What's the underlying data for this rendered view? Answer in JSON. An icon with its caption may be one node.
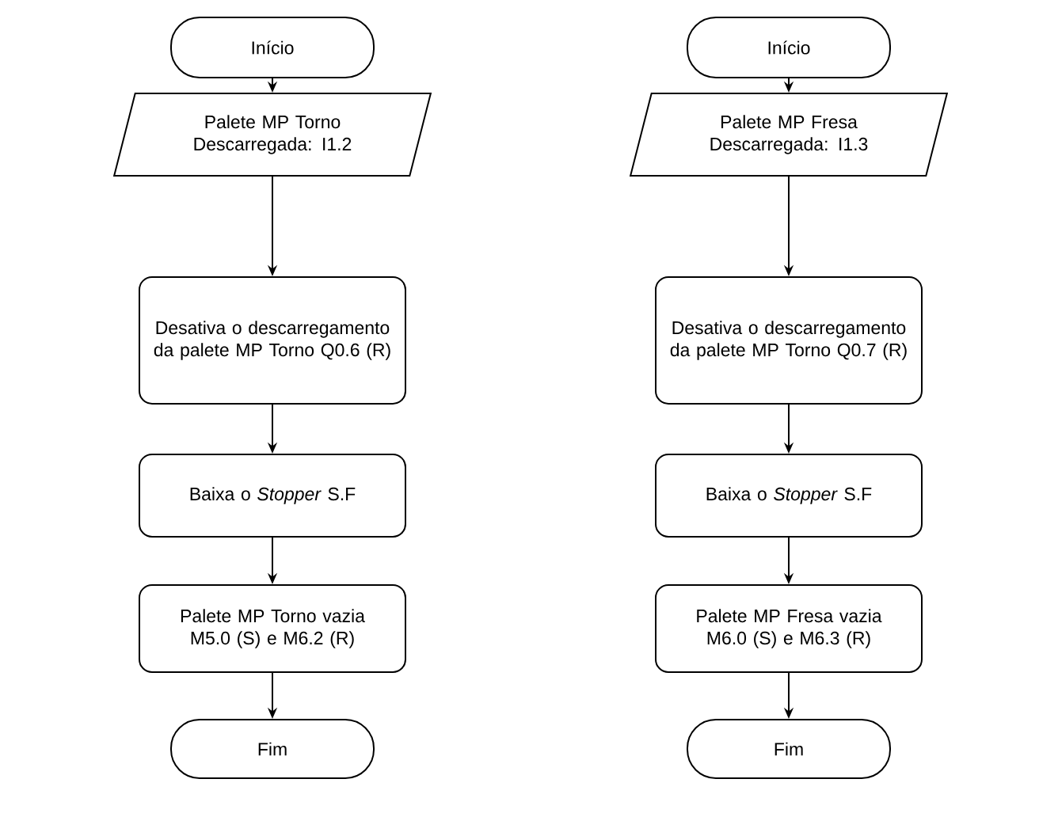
{
  "diagram": {
    "nodes": [
      {
        "text": [
          "Início"
        ]
      },
      {
        "text": [
          "Palete MP Torno Descarregada: I1.2"
        ]
      },
      {
        "text": [
          "Desativa o descarregamento da palete MP Torno Q0.6 (R)"
        ]
      },
      {
        "text": [
          "Baixa o *Stopper* S.F"
        ]
      },
      {
        "text": [
          "Palete MP Torno vazia M5.0 (S) e M6.2 (R)"
        ]
      },
      {
        "text": [
          "Fim"
        ]
      },
      {
        "text": [
          "Início"
        ]
      },
      {
        "text": [
          "Palete MP Fresa Descarregada: I1.3"
        ]
      },
      {
        "text": [
          "Desativa o descarregamento da palete MP Torno Q0.7 (R)"
        ]
      },
      {
        "text": [
          "Baixa o *Stopper* S.F"
        ]
      },
      {
        "text": [
          "Palete MP Fresa vazia M6.0 (S) e M6.3 (R)"
        ]
      },
      {
        "text": [
          "Fim"
        ]
      }
    ],
    "edges": [
      {
        "from": 0,
        "to": 1,
        "arrow": "to"
      },
      {
        "from": 1,
        "to": 2,
        "arrow": "to"
      },
      {
        "from": 2,
        "to": 3,
        "arrow": "to"
      },
      {
        "from": 3,
        "to": 4,
        "arrow": "to"
      },
      {
        "from": 4,
        "to": 5,
        "arrow": "to"
      },
      {
        "from": 6,
        "to": 7,
        "arrow": "to"
      },
      {
        "from": 7,
        "to": 8,
        "arrow": "to"
      },
      {
        "from": 8,
        "to": 9,
        "arrow": "to"
      },
      {
        "from": 9,
        "to": 10,
        "arrow": "to"
      },
      {
        "from": 10,
        "to": 11,
        "arrow": "to"
      }
    ]
  }
}
